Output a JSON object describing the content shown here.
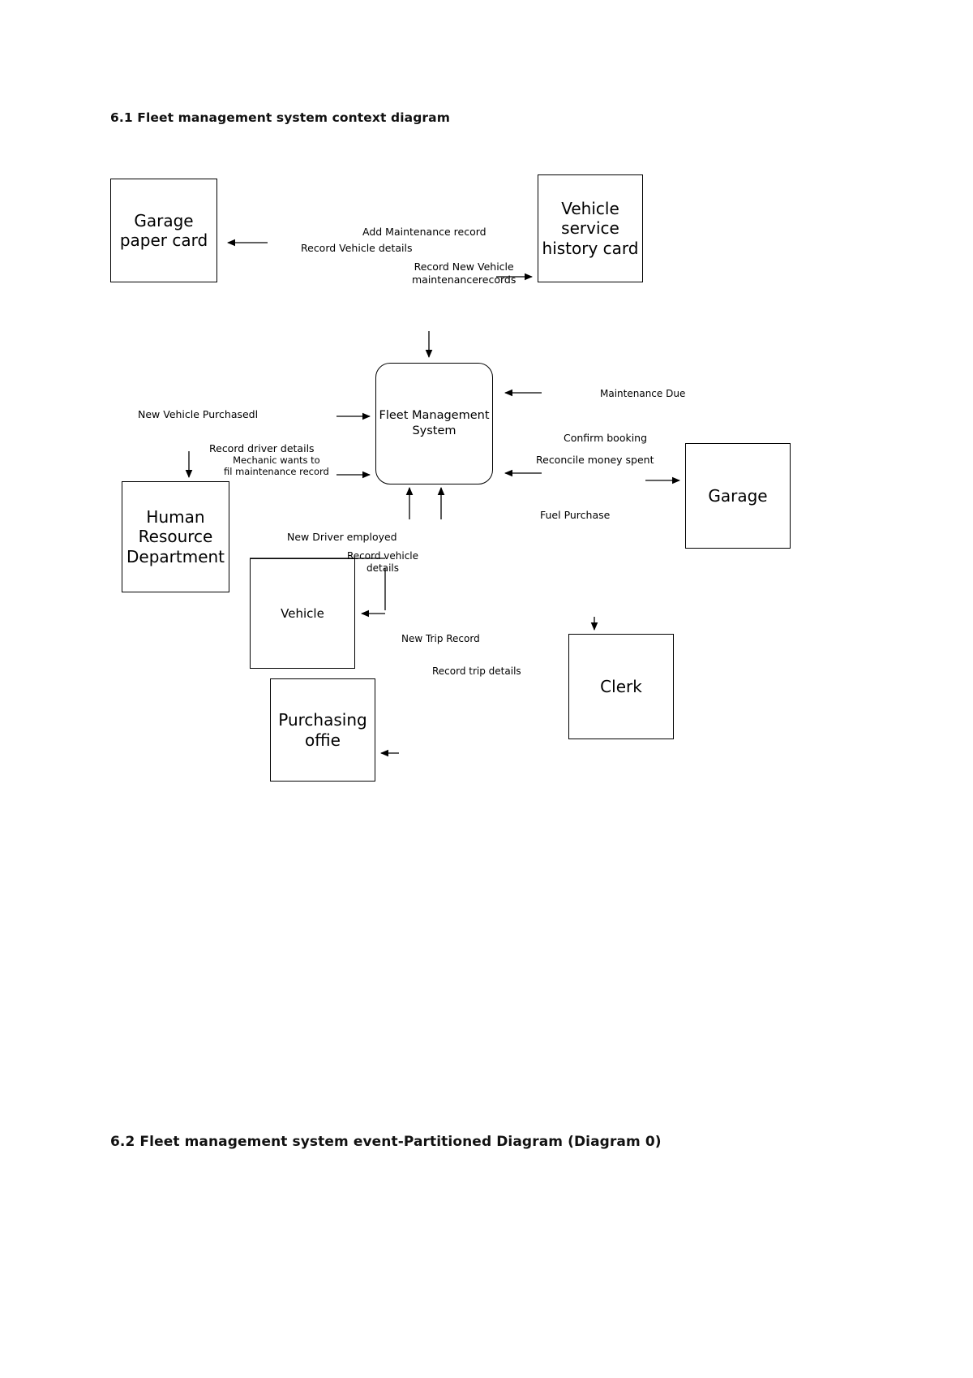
{
  "document": {
    "heading_61": "6.1 Fleet management system context diagram",
    "heading_62": "6.2 Fleet management system event-Partitioned Diagram (Diagram 0)"
  },
  "diagram": {
    "type": "context-diagram",
    "process": {
      "name": "Fleet Management System",
      "shape": "rounded-rectangle"
    },
    "entities": [
      {
        "id": "garage-paper-card",
        "label": "Garage\npaper card"
      },
      {
        "id": "vehicle-service-history-card",
        "label": "Vehicle\nservice\nhistory card"
      },
      {
        "id": "human-resource-department",
        "label": "Human\nResource\nDepartment"
      },
      {
        "id": "garage",
        "label": "Garage"
      },
      {
        "id": "vehicle",
        "label": "Vehicle"
      },
      {
        "id": "purchasing-office",
        "label": "Purchasing\noffie"
      },
      {
        "id": "clerk",
        "label": "Clerk"
      }
    ],
    "flows": [
      {
        "id": "add-maintenance-record",
        "label": "Add Maintenance record"
      },
      {
        "id": "record-vehicle-details",
        "label": "Record Vehicle details"
      },
      {
        "id": "record-new-vehicle-maintenance-records",
        "label": "Record New Vehicle\nmaintenancerecords"
      },
      {
        "id": "new-vehicle-purchased",
        "label": "New Vehicle Purchasedl"
      },
      {
        "id": "record-driver-details",
        "label": "Record driver details"
      },
      {
        "id": "mechanic-wants-to-fill-maintenance-record",
        "label": "Mechanic wants to\nfil maintenance record"
      },
      {
        "id": "maintenance-due",
        "label": "Maintenance Due"
      },
      {
        "id": "confirm-booking",
        "label": "Confirm booking"
      },
      {
        "id": "reconcile-money-spent",
        "label": "Reconcile money spent"
      },
      {
        "id": "fuel-purchase",
        "label": "Fuel Purchase"
      },
      {
        "id": "new-driver-employed",
        "label": "New Driver employed"
      },
      {
        "id": "record-vehicle-details-2",
        "label": "Record vehicle\ndetails"
      },
      {
        "id": "new-trip-record",
        "label": "New Trip Record"
      },
      {
        "id": "record-trip-details",
        "label": "Record trip details"
      }
    ]
  }
}
